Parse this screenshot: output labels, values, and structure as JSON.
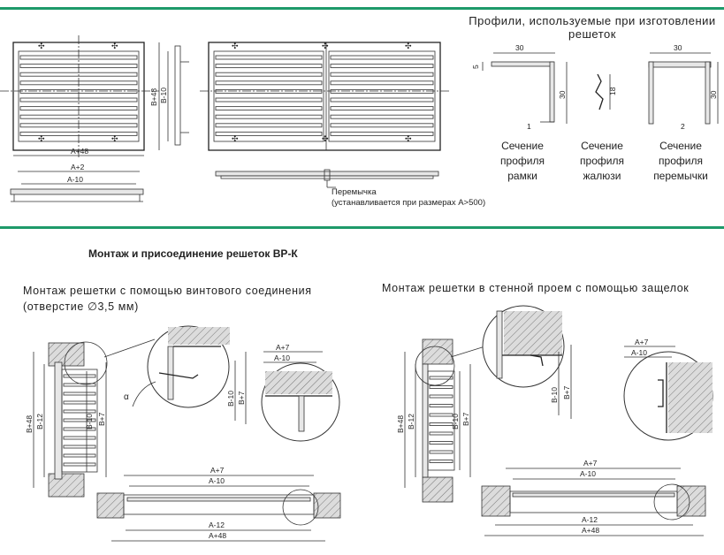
{
  "header": {
    "profiles_title_l1": "Профили, используемые при изготовлении",
    "profiles_title_l2": "решеток"
  },
  "colors": {
    "accent_rule": "#1e9a6a"
  },
  "top_drawings": {
    "dim_b48": "B+48",
    "dim_b10": "B-10",
    "dim_a48": "A+48",
    "dim_a2": "A+2",
    "dim_a10": "A-10",
    "jumper_l1": "Перемычка",
    "jumper_l2": "(устанавливается при размерах A>500)"
  },
  "profiles": {
    "dim_30": "30",
    "dim_5": "5",
    "dim_18": "18",
    "dim_1": "1",
    "dim_2": "2",
    "frame_caption": [
      "Сечение",
      "профиля",
      "рамки"
    ],
    "louver_caption": [
      "Сечение",
      "профиля",
      "жалюзи"
    ],
    "jumper_caption": [
      "Сечение",
      "профиля",
      "перемычки"
    ]
  },
  "mounting": {
    "section_title": "Монтаж и присоединение решеток ВР-К",
    "screw_title_l1": "Монтаж решетки с помощью винтового соединения",
    "screw_title_l2": "(отверстие ∅3,5 мм)",
    "clip_title": "Монтаж решетки в стенной проем с помощью защелок",
    "alpha": "α",
    "dim_b48": "B+48",
    "dim_b12": "B-12",
    "dim_b10": "B-10",
    "dim_b7": "B+7",
    "dim_a7": "A+7",
    "dim_a10": "A-10",
    "dim_a12": "A-12",
    "dim_a48": "A+48"
  }
}
